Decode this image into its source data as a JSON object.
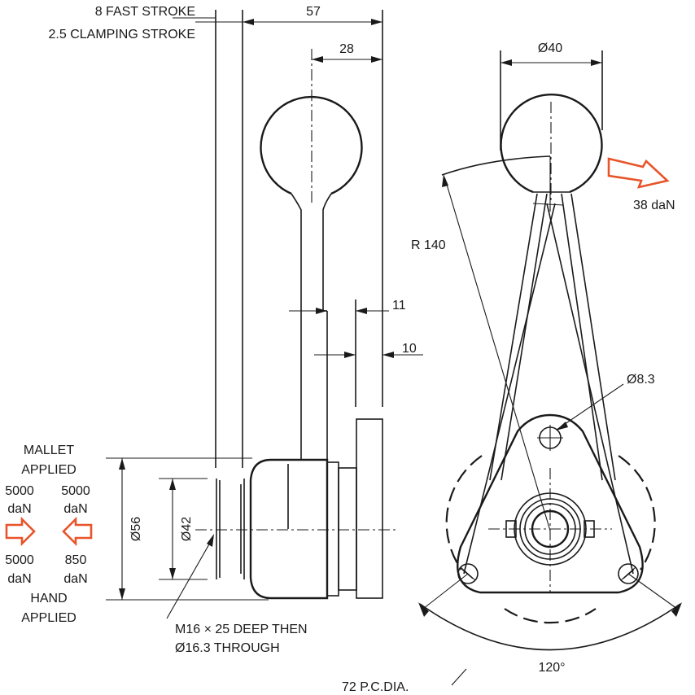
{
  "labels": {
    "fast_stroke": "8 FAST STROKE",
    "clamping_stroke": "2.5 CLAMPING STROKE",
    "dim_57": "57",
    "dim_28": "28",
    "dim_11": "11",
    "dim_10": "10",
    "dim_d56": "Ø56",
    "dim_d42": "Ø42",
    "mallet_line1": "MALLET",
    "mallet_line2": "APPLIED",
    "force_left_top_value": "5000",
    "force_left_top_unit": "daN",
    "force_right_top_value": "5000",
    "force_right_top_unit": "daN",
    "force_left_bottom_value": "5000",
    "force_left_bottom_unit": "daN",
    "force_right_bottom_value": "850",
    "force_right_bottom_unit": "daN",
    "hand_line1": "HAND",
    "hand_line2": "APPLIED",
    "thread_note_line1": "M16 × 25 DEEP THEN",
    "thread_note_line2": "Ø16.3 THROUGH",
    "dim_d40": "Ø40",
    "force_38": "38 daN",
    "radius_140": "R 140",
    "dim_d83": "Ø8.3",
    "angle_120": "120°",
    "pcd_72": "72 P.C.DIA."
  },
  "colors": {
    "ink": "#1a1a1a",
    "force_arrow": "#e8542a",
    "background": "#ffffff"
  }
}
